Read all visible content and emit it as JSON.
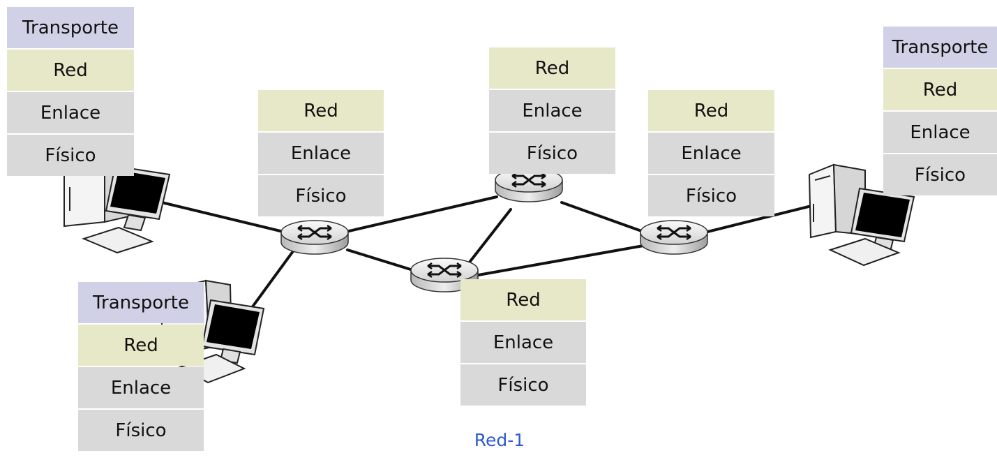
{
  "colors": {
    "transport": "#d0d1e6",
    "network": "#e7e8c8",
    "link": "#d9d9d9",
    "physical": "#d9d9d9",
    "footer_text": "#2f5bd1"
  },
  "layers": {
    "transport": "Transporte",
    "network": "Red",
    "link": "Enlace",
    "physical": "Físico"
  },
  "stacks": [
    {
      "id": "host-top-left",
      "layers": [
        "transport",
        "network",
        "link",
        "physical"
      ]
    },
    {
      "id": "host-bottom-left",
      "layers": [
        "transport",
        "network",
        "link",
        "physical"
      ]
    },
    {
      "id": "host-right",
      "layers": [
        "transport",
        "network",
        "link",
        "physical"
      ]
    },
    {
      "id": "router-1",
      "layers": [
        "network",
        "link",
        "physical"
      ]
    },
    {
      "id": "router-2",
      "layers": [
        "network",
        "link",
        "physical"
      ]
    },
    {
      "id": "router-3",
      "layers": [
        "network",
        "link",
        "physical"
      ]
    },
    {
      "id": "router-4",
      "layers": [
        "network",
        "link",
        "physical"
      ]
    }
  ],
  "footer": "Red-1"
}
